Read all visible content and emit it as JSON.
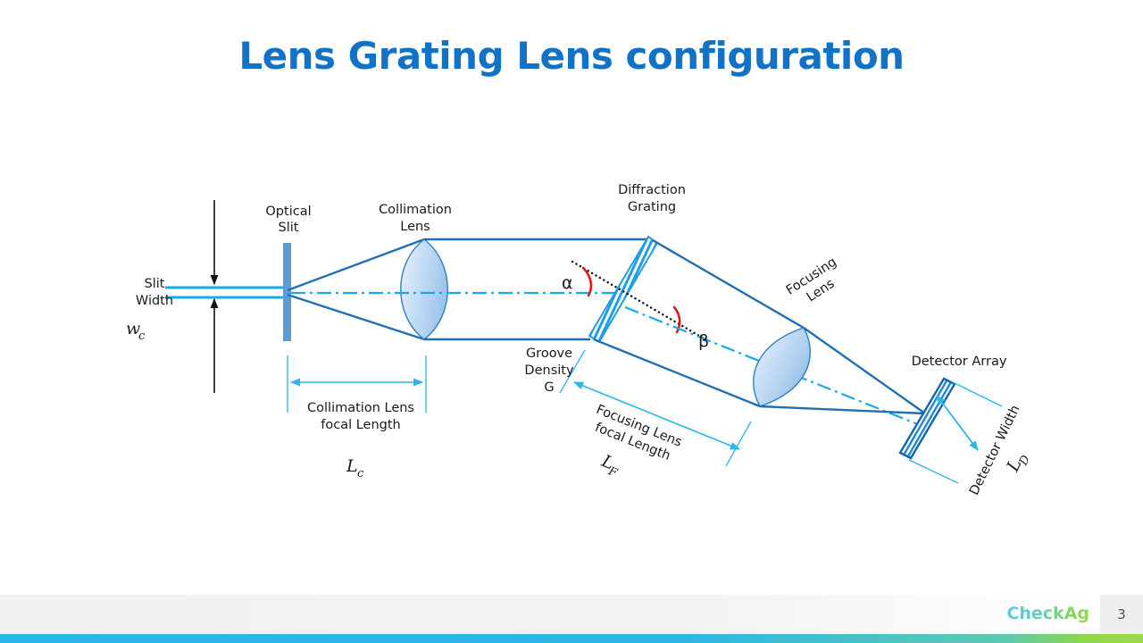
{
  "slide": {
    "title": "Lens Grating Lens configuration",
    "title_color": "#1273c6"
  },
  "diagram": {
    "name": "lens-grating-lens-optical-layout",
    "labels": {
      "optical_slit_line1": "Optical",
      "optical_slit_line2": "Slit",
      "collimation_lens_line1": "Collimation",
      "collimation_lens_line2": "Lens",
      "diffraction_grating_line1": "Diffraction",
      "diffraction_grating_line2": "Grating",
      "focusing_lens_line1": "Focusing",
      "focusing_lens_line2": "Lens",
      "detector_array": "Detector Array",
      "slit_width_line1": "Slit",
      "slit_width_line2": "Width",
      "slit_width_symbol": "w",
      "slit_width_subscript": "c",
      "collimation_focal_line1": "Collimation Lens",
      "collimation_focal_line2": "focal Length",
      "collimation_focal_symbol": "L",
      "collimation_focal_subscript": "c",
      "groove_density_line1": "Groove",
      "groove_density_line2": "Density",
      "groove_density_symbol": "G",
      "focusing_focal_line1": "Focusing Lens",
      "focusing_focal_line2": "focal Length",
      "focusing_focal_symbol": "L",
      "focusing_focal_subscript": "F",
      "detector_width_text": "Detector Width",
      "detector_width_symbol": "L",
      "detector_width_subscript": "D",
      "alpha_angle": "α",
      "beta_angle": "β"
    },
    "colors": {
      "beam_outline": "#1f6fb5",
      "optic_axis": "#17a9e8",
      "slit_bar": "#5b9bd5",
      "grating": "#1f9ee0",
      "detector": "#1464ae",
      "dimension_arrow": "#29b6e8",
      "angle_arc": "#e01b1b",
      "normal_line": "#111111",
      "lens_fill": "#bdd7f0"
    }
  },
  "footer": {
    "brand": "CheckAg",
    "page_number": "3"
  }
}
